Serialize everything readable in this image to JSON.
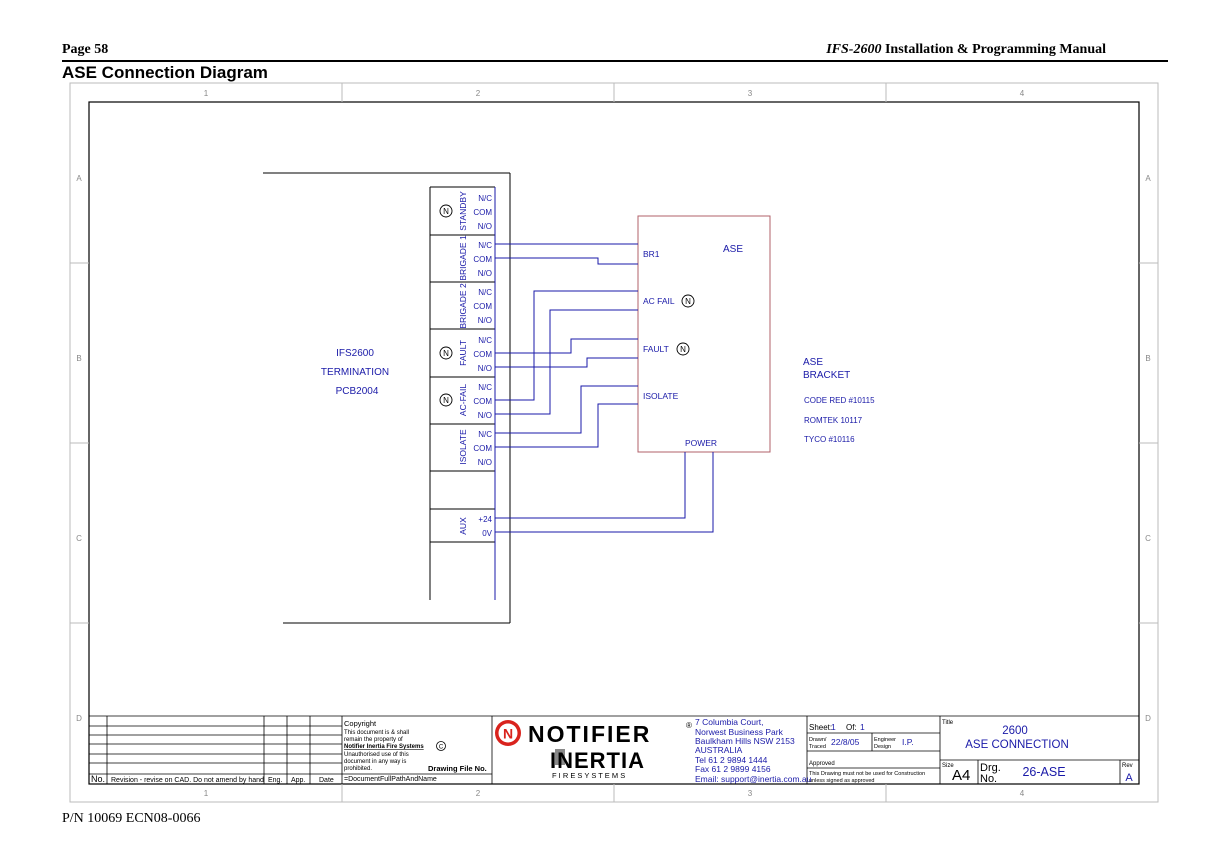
{
  "header": {
    "page": "Page 58",
    "manual_model": "IFS-2600",
    "manual_rest": " Installation & Programming Manual"
  },
  "section_title": "ASE Connection Diagram",
  "footer": "P/N 10069 ECN08-0066",
  "grid": {
    "cols": [
      "1",
      "2",
      "3",
      "4"
    ],
    "rows": [
      "A",
      "B",
      "C",
      "D"
    ]
  },
  "diagram": {
    "panel": {
      "line1": "IFS2600",
      "line2": "TERMINATION",
      "line3": "PCB2004"
    },
    "groups": [
      {
        "label": "STANDBY",
        "terminals": [
          "N/C",
          "COM",
          "N/O"
        ],
        "n_badge": "N"
      },
      {
        "label": "BRIGADE 1",
        "terminals": [
          "N/C",
          "COM",
          "N/O"
        ],
        "n_badge": ""
      },
      {
        "label": "BRIGADE 2",
        "terminals": [
          "N/C",
          "COM",
          "N/O"
        ],
        "n_badge": ""
      },
      {
        "label": "FAULT",
        "terminals": [
          "N/C",
          "COM",
          "N/O"
        ],
        "n_badge": "N"
      },
      {
        "label": "AC-FAIL",
        "terminals": [
          "N/C",
          "COM",
          "N/O"
        ],
        "n_badge": "N"
      },
      {
        "label": "ISOLATE",
        "terminals": [
          "N/C",
          "COM",
          "N/O"
        ],
        "n_badge": ""
      },
      {
        "label": "AUX",
        "terminals": [
          "+24",
          "0V"
        ],
        "n_badge": ""
      }
    ],
    "ase": {
      "title": "ASE",
      "br1": "BR1",
      "ac_fail": "AC FAIL",
      "fault": "FAULT",
      "isolate": "ISOLATE",
      "power": "POWER",
      "n_badge": "N"
    },
    "bracket": {
      "title1": "ASE",
      "title2": "BRACKET",
      "items": [
        "CODE RED  #10115",
        "ROMTEK  10117",
        "TYCO  #10116"
      ]
    }
  },
  "title_block": {
    "revision_no": "No.",
    "revision_text": "Revision - revise on CAD.  Do not amend by hand",
    "eng": "Eng.",
    "app": "App.",
    "date": "Date",
    "copyright_lines": [
      "Copyright",
      "This document is & shall",
      "remain the property of",
      "Notifier Inertia Fire Systems",
      "Unauthorised use of this",
      "document in any way is",
      "prohibited."
    ],
    "copyright_symbol": "C",
    "drawing_file_label": "Drawing File No.",
    "drawing_file_value": "=DocumentFullPathAndName",
    "logo_notifier": "NOTIFIER",
    "logo_inertia": "INERTIA",
    "logo_fire_systems": "F I R E   S Y S T E M S",
    "logo_n": "N",
    "registered": "®",
    "address": [
      "7 Columbia Court,",
      "Norwest Business Park",
      "Baulkham Hills NSW 2153",
      " AUSTRALIA",
      "Tel   61 2 9894 1444",
      "Fax  61 2 9899 4156",
      "Email: support@inertia.com.au"
    ],
    "sheet_label": "Sheet:",
    "sheet_value": "1",
    "of_label": "Of:",
    "of_value": "1",
    "drawn_label": "Drawn/",
    "traced_label": "Traced",
    "drawn_value": "22/8/05",
    "engineer_label": "Engineer",
    "design_label": "Design",
    "engineer_value": "I.P.",
    "approved_label": "Approved",
    "construction_note1": "This Drawing must not be used for Construction",
    "construction_note2": "unless signed as approved",
    "title_label": "Title",
    "title1": "2600",
    "title2": "ASE CONNECTION",
    "size_label": "Size",
    "size_value": "A4",
    "drg_label1": "Drg.",
    "drg_label2": "No.",
    "drg_value": "26-ASE",
    "rev_label": "Rev",
    "rev_value": "A"
  }
}
